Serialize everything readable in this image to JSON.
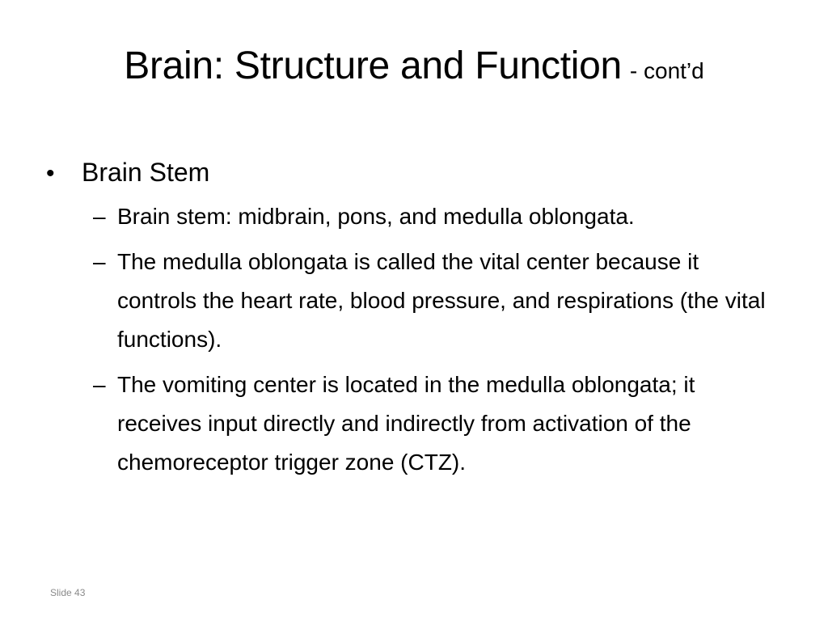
{
  "slide": {
    "title": "Brain: Structure and Function",
    "title_suffix": "- cont’d",
    "bullets": [
      {
        "marker": "•",
        "text": "Brain Stem",
        "sub": [
          {
            "marker": "–",
            "text": "Brain stem: midbrain, pons, and medulla oblongata."
          },
          {
            "marker": "–",
            "text": "The medulla oblongata is called the vital center because it controls the heart rate, blood pressure, and respirations (the vital functions)."
          },
          {
            "marker": "–",
            "text": "The vomiting center is located in the medulla oblongata; it receives input directly and indirectly from activation of the chemoreceptor trigger zone (CTZ)."
          }
        ]
      }
    ],
    "footer": "Slide 43"
  }
}
